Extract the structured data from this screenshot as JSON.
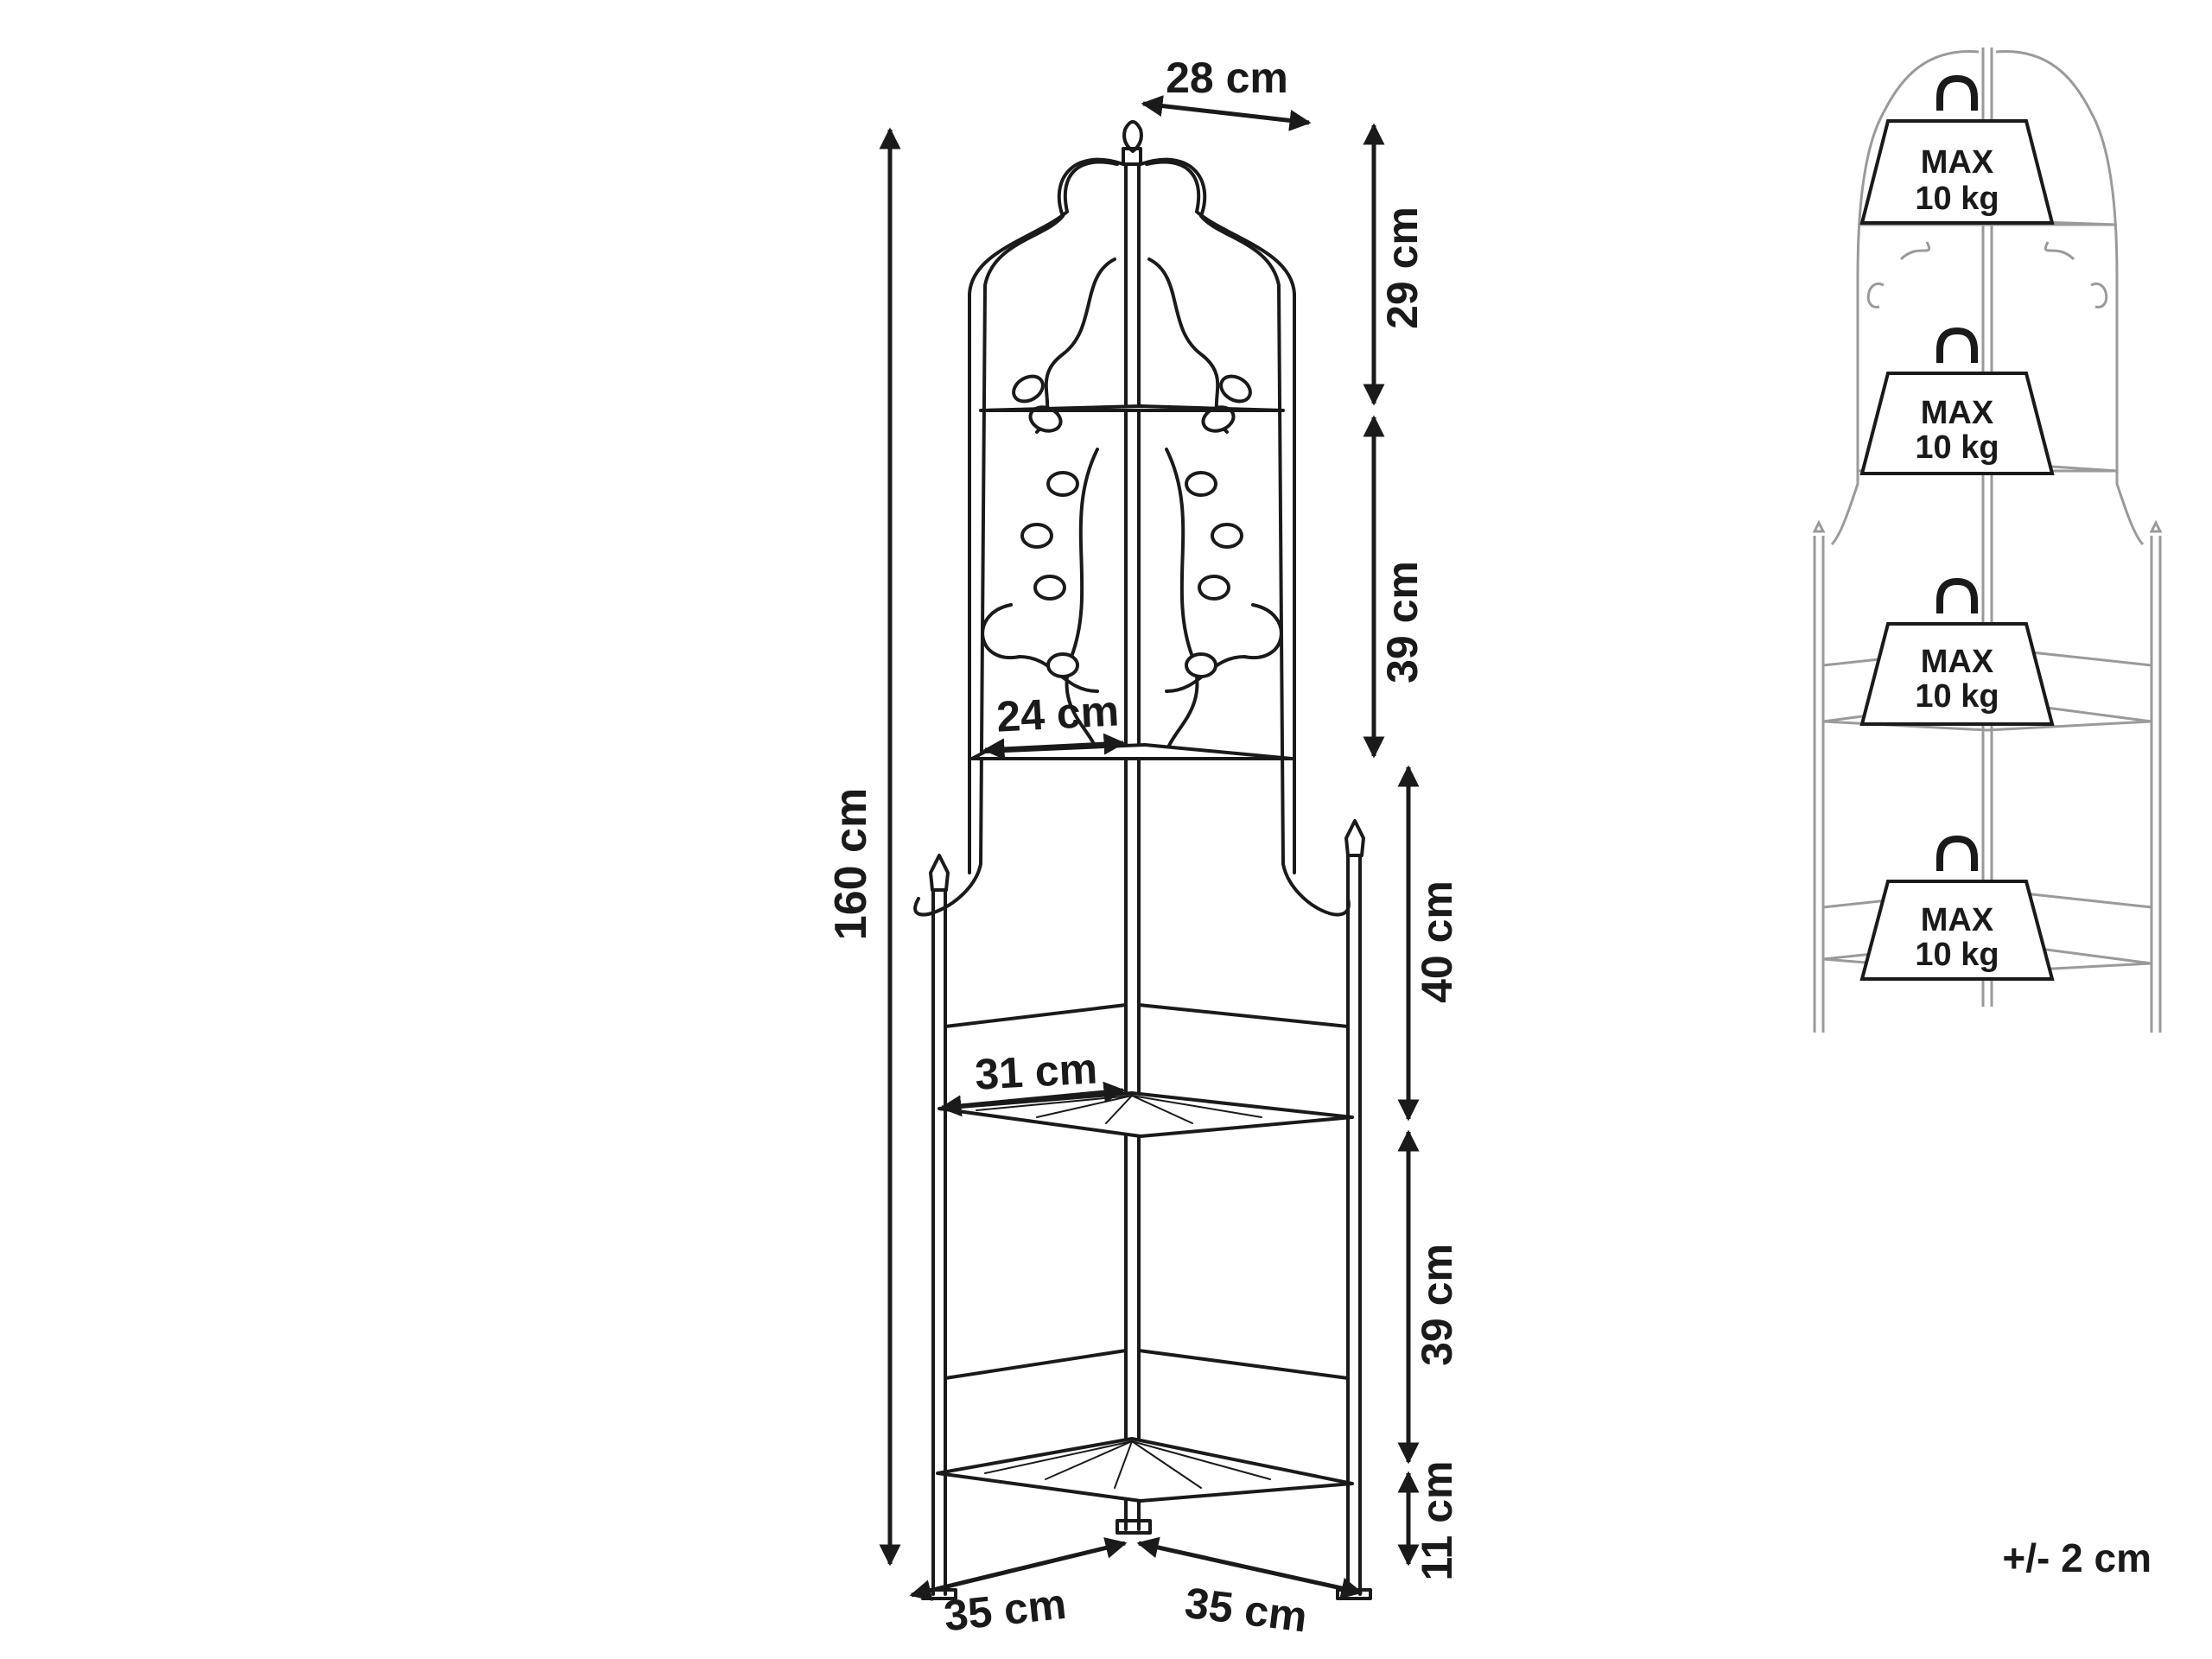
{
  "dimensions": {
    "total_height": "160 cm",
    "top_width": "28 cm",
    "section_1": "29 cm",
    "section_2": "39 cm",
    "section_3": "40 cm",
    "section_4": "39 cm",
    "bottom_clearance": "11 cm",
    "shelf_small_depth": "24 cm",
    "shelf_large_depth": "31 cm",
    "base_left": "35 cm",
    "base_right": "35 cm"
  },
  "weight_labels": [
    {
      "line1": "MAX",
      "line2": "10 kg"
    },
    {
      "line1": "MAX",
      "line2": "10 kg"
    },
    {
      "line1": "MAX",
      "line2": "10 kg"
    },
    {
      "line1": "MAX",
      "line2": "10 kg"
    }
  ],
  "tolerance": "+/- 2 cm",
  "colors": {
    "line": "#1a1a1a",
    "light_line": "#9a9a9a",
    "weight_fill": "#ffffff"
  }
}
